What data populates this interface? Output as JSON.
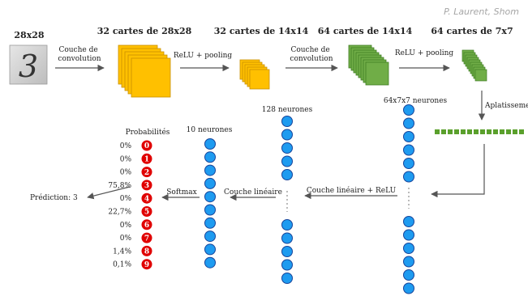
{
  "credit": "P. Laurent, Shom",
  "input": {
    "size_label": "28x28",
    "digit": "3"
  },
  "stages": {
    "conv1_maps": "32 cartes de 28x28",
    "pool1_maps": "32 cartes de 14x14",
    "conv2_maps": "64 cartes de 14x14",
    "pool2_maps": "64 cartes de 7x7"
  },
  "operations": {
    "conv1": [
      "Couche de",
      "convolution"
    ],
    "pool1": "ReLU + pooling",
    "conv2": [
      "Couche de",
      "convolution"
    ],
    "pool2": "ReLU + pooling",
    "flatten": "Aplatissement",
    "linear1": "Couche linéaire + ReLU",
    "linear2": "Couche linéaire",
    "softmax": "Softmax"
  },
  "layers": {
    "flat_label": "64x7x7 neurones",
    "hidden_label": "128 neurones",
    "output_label": "10 neurones",
    "probs_header": "Probabilités"
  },
  "probabilities": [
    {
      "digit": "0",
      "value": "0%"
    },
    {
      "digit": "1",
      "value": "0%"
    },
    {
      "digit": "2",
      "value": "0%"
    },
    {
      "digit": "3",
      "value": "75,8%"
    },
    {
      "digit": "4",
      "value": "0%"
    },
    {
      "digit": "5",
      "value": "22,7%"
    },
    {
      "digit": "6",
      "value": "0%"
    },
    {
      "digit": "7",
      "value": "0%"
    },
    {
      "digit": "8",
      "value": "1,4%"
    },
    {
      "digit": "9",
      "value": "0,1%"
    }
  ],
  "prediction": "Prédiction: 3",
  "colors": {
    "yellow_map": "#ffc000",
    "yellow_edge": "#c98f00",
    "green_map": "#70ad47",
    "green_edge": "#3f7d22",
    "neuron_fill": "#1e9bf0",
    "neuron_edge": "#17449a",
    "digit_badge": "#e00000",
    "arrow": "#555555",
    "flat_block": "#5aa02c"
  }
}
